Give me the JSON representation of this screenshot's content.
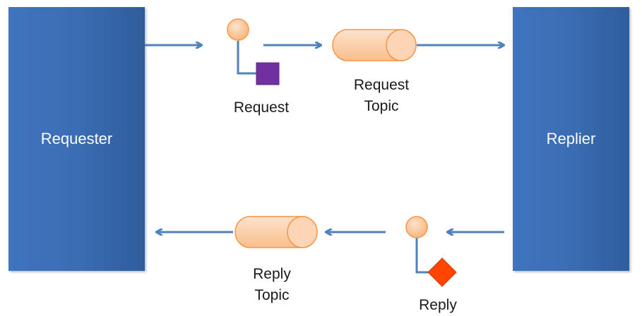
{
  "blocks": {
    "requester": "Requester",
    "replier": "Replier"
  },
  "labels": {
    "request": "Request",
    "request_topic_line1": "Request",
    "request_topic_line2": "Topic",
    "reply_topic_line1": "Reply",
    "reply_topic_line2": "Topic",
    "reply": "Reply"
  },
  "colors": {
    "block": "#3a6db3",
    "arrow": "#4f81bd",
    "orange_fill": "#fcd5b5",
    "orange_stroke": "#f79646",
    "request_marker": "#7030a0",
    "reply_marker": "#ff4500"
  }
}
